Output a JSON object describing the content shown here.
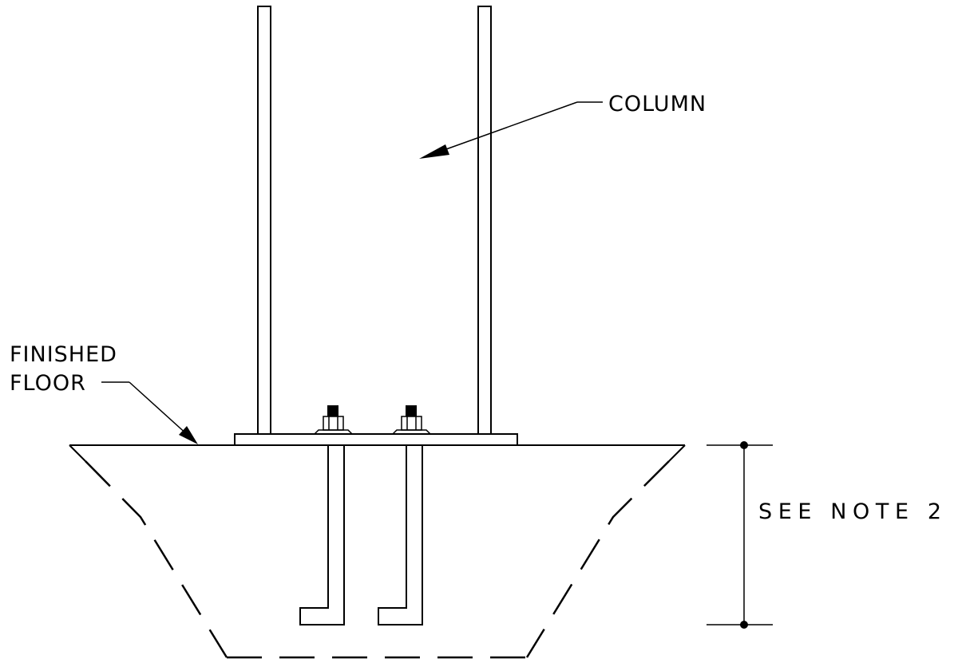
{
  "labels": {
    "column": "COLUMN",
    "finished_floor_line1": "FINISHED",
    "finished_floor_line2": "FLOOR",
    "dimension_note": "SEE NOTE 2"
  },
  "colors": {
    "line": "#000000",
    "background": "#ffffff"
  }
}
